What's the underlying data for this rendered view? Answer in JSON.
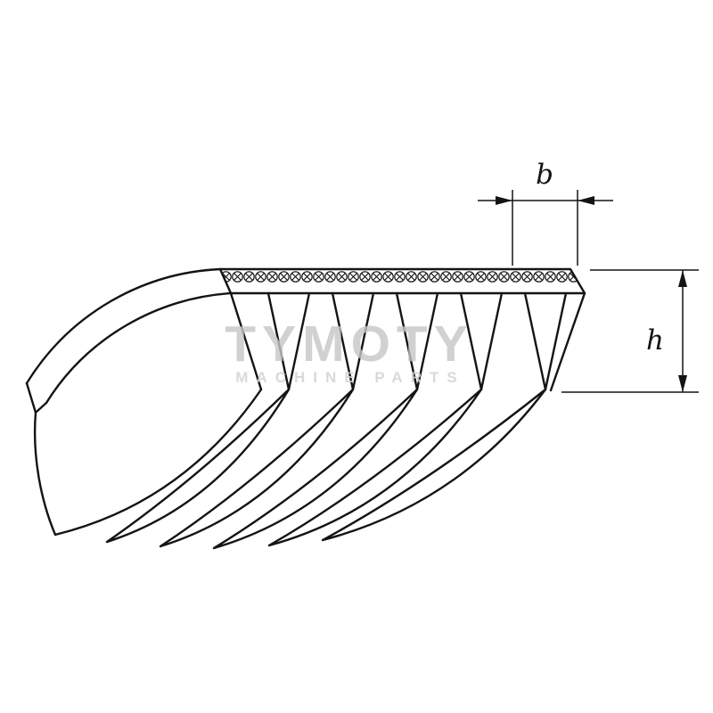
{
  "page": {
    "background_color": "#ffffff",
    "line_color": "#141414"
  },
  "diagram": {
    "kind": "ribbed-v-belt-cross-section-drawing",
    "front_rib_count": 5,
    "underside_rib_count": 6,
    "dimensions": {
      "b": {
        "label": "b"
      },
      "h": {
        "label": "h"
      }
    }
  },
  "watermark": {
    "title": "TYMOTY",
    "subtitle": "MACHINE PARTS",
    "color": "#c6c6c6"
  }
}
